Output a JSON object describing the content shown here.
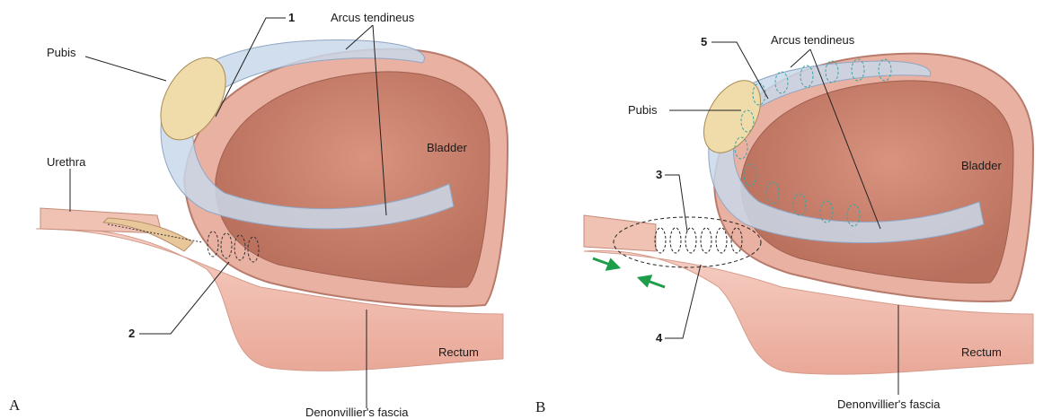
{
  "panel_a": {
    "letter": "A",
    "labels": {
      "pubis": "Pubis",
      "urethra": "Urethra",
      "arcus": "Arcus tendineus",
      "bladder": "Bladder",
      "rectum": "Rectum",
      "denon": "Denonvillier's fascia",
      "n1": "1",
      "n2": "2"
    }
  },
  "panel_b": {
    "letter": "B",
    "labels": {
      "pubis": "Pubis",
      "arcus": "Arcus tendineus",
      "bladder": "Bladder",
      "rectum": "Rectum",
      "denon": "Denonvillier's fascia",
      "n3": "3",
      "n4": "4",
      "n5": "5"
    }
  },
  "colors": {
    "tissue_pink": "#f2bfb2",
    "bladder_wall": "#e7a89a",
    "bladder_inner": "#c8806e",
    "ligament_blue": "#c9d8ea",
    "bone": "#efdcaa",
    "arrow_green": "#1e9e4a",
    "suture_teal": "#3aa6a3"
  }
}
